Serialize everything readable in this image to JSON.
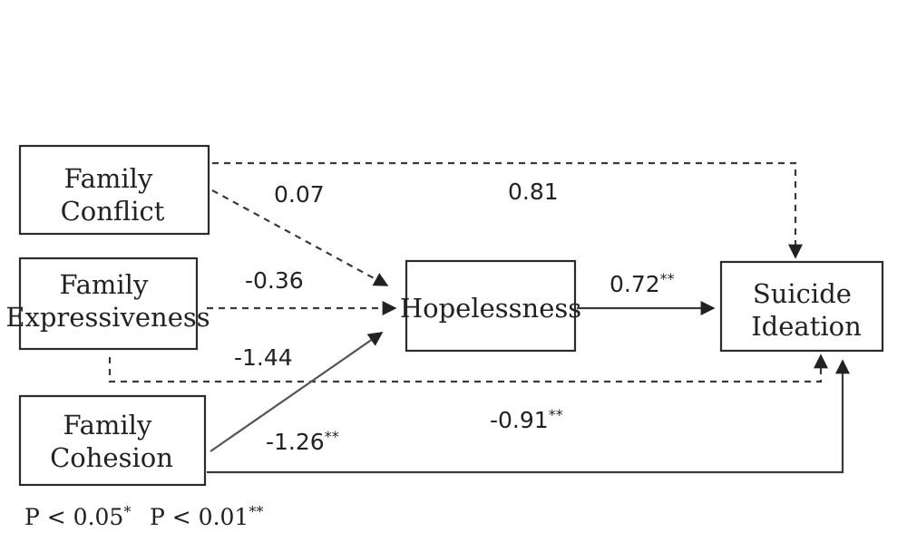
{
  "nodes": {
    "family_conflict": {
      "lines": [
        "Family",
        "Conflict"
      ]
    },
    "family_expressiveness": {
      "lines": [
        "Family",
        "Expressiveness"
      ]
    },
    "family_cohesion": {
      "lines": [
        "Family",
        "Cohesion"
      ]
    },
    "hopelessness": {
      "lines": [
        "Hopelessness"
      ]
    },
    "suicide_ideation": {
      "lines": [
        "Suicide",
        "Ideation"
      ]
    }
  },
  "edges": {
    "conflict_to_hopelessness": {
      "value": "0.07",
      "sig": ""
    },
    "conflict_to_ideation": {
      "value": "0.81",
      "sig": ""
    },
    "expressiveness_to_hopelessness": {
      "value": "-0.36",
      "sig": ""
    },
    "expressiveness_to_ideation": {
      "value": "-1.44",
      "sig": ""
    },
    "cohesion_to_hopelessness": {
      "value": "-1.26",
      "sig": "**"
    },
    "cohesion_to_ideation": {
      "value": "-0.91",
      "sig": "**"
    },
    "hopelessness_to_ideation": {
      "value": "0.72",
      "sig": "**"
    }
  },
  "legend": {
    "p05": "P < 0.05",
    "p05_sig": "*",
    "p01": "P < 0.01",
    "p01_sig": "**"
  }
}
